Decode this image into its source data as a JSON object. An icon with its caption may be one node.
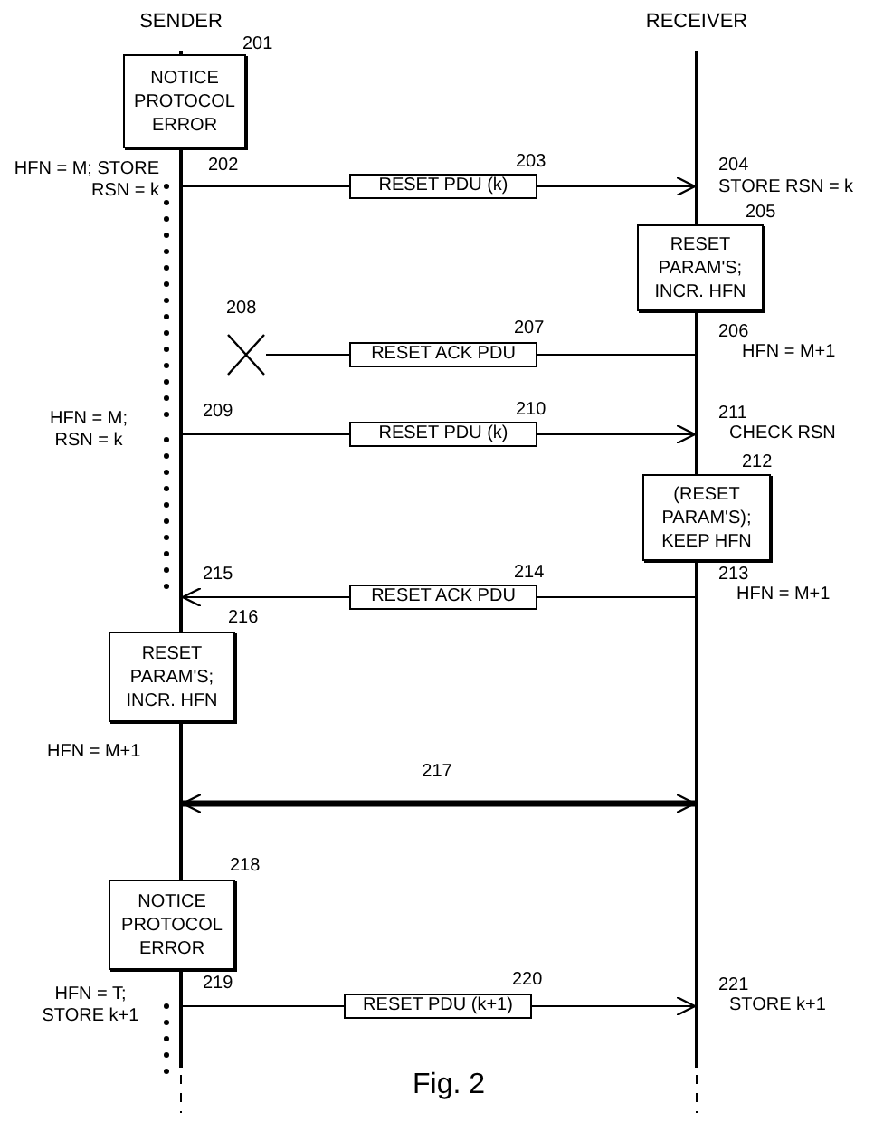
{
  "diagram": {
    "caption": "Fig. 2",
    "nodes": [
      {
        "text": [
          "SENDER"
        ]
      },
      {
        "text": [
          "RECEIVER"
        ]
      },
      {
        "text": [
          "NOTICE PROTOCOL ERROR"
        ],
        "beside": [
          "201"
        ]
      },
      {
        "text": [
          "RESET PDU (k)"
        ],
        "beside": [
          "203"
        ]
      },
      {
        "text": [
          "RESET PARAM'S; INCR. HFN"
        ],
        "beside": [
          "205"
        ]
      },
      {
        "text": [
          "RESET ACK PDU"
        ],
        "beside": [
          "207"
        ]
      },
      {
        "text": [],
        "shape": "cross",
        "beside": [
          "208"
        ]
      },
      {
        "text": [
          "RESET PDU (k)"
        ],
        "beside": [
          "210"
        ]
      },
      {
        "text": [
          "(RESET PARAM'S); KEEP HFN"
        ],
        "beside": [
          "212"
        ]
      },
      {
        "text": [
          "RESET ACK PDU"
        ],
        "beside": [
          "214"
        ]
      },
      {
        "text": [
          "RESET PARAM'S; INCR. HFN"
        ],
        "beside": [
          "216"
        ]
      },
      {
        "text": [
          "NOTICE PROTOCOL ERROR"
        ],
        "beside": [
          "218"
        ]
      },
      {
        "text": [
          "RESET PDU (k+1)"
        ],
        "beside": [
          "220"
        ]
      }
    ],
    "edges": [
      {
        "from": 0,
        "to": 3,
        "arrow": "none"
      },
      {
        "from": 3,
        "to": 1,
        "arrow": "to"
      },
      {
        "from": 1,
        "to": 5,
        "arrow": "none"
      },
      {
        "from": 5,
        "to": 6,
        "arrow": "none"
      },
      {
        "from": 0,
        "to": 7,
        "arrow": "none"
      },
      {
        "from": 7,
        "to": 1,
        "arrow": "to"
      },
      {
        "from": 1,
        "to": 9,
        "arrow": "none"
      },
      {
        "from": 9,
        "to": 0,
        "arrow": "to"
      },
      {
        "from": 0,
        "to": 1,
        "arrow": "both",
        "style": "thick",
        "label": "217"
      },
      {
        "from": 0,
        "to": 12,
        "arrow": "none"
      },
      {
        "from": 12,
        "to": 1,
        "arrow": "to"
      }
    ],
    "labels": [
      "HFN = M; STORE RSN = k",
      "202",
      "204",
      "STORE RSN = k",
      "206",
      "HFN = M+1",
      "HFN = M; RSN = k",
      "209",
      "211",
      "CHECK RSN",
      "215",
      "213",
      "HFN = M+1",
      "HFN = M+1",
      "HFN = T; STORE k+1",
      "219",
      "221",
      "STORE k+1"
    ]
  }
}
